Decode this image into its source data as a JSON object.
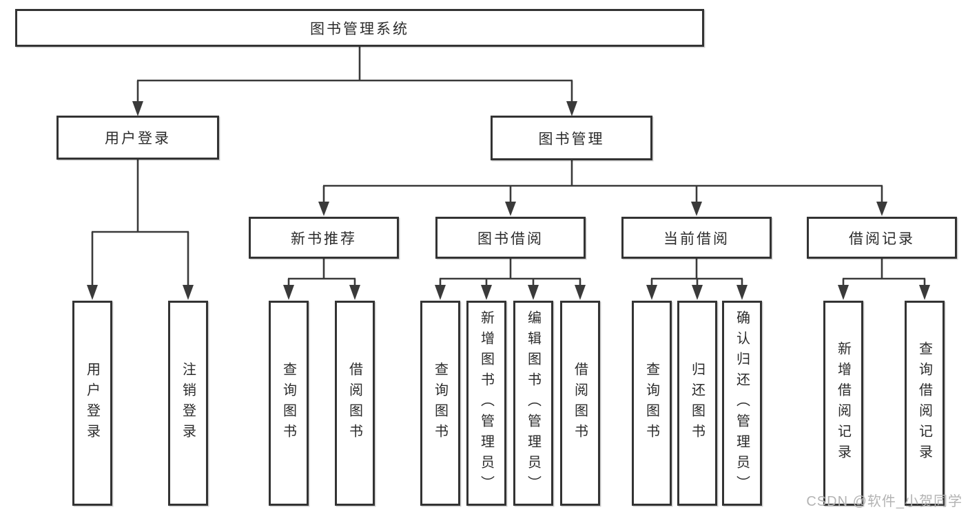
{
  "diagram": {
    "root": {
      "label": "图书管理系统"
    },
    "user_branch": {
      "label": "用户登录",
      "children": {
        "login": {
          "label": "用户登录"
        },
        "logout": {
          "label": "注销登录"
        }
      }
    },
    "mgmt_branch": {
      "label": "图书管理",
      "groups": {
        "new_book": {
          "label": "新书推荐",
          "children": {
            "query": {
              "label": "查询图书"
            },
            "borrow": {
              "label": "借阅图书"
            }
          }
        },
        "borrowing": {
          "label": "图书借阅",
          "children": {
            "query": {
              "label": "查询图书"
            },
            "add": {
              "label": "新增图书（管理员）"
            },
            "edit": {
              "label": "编辑图书（管理员）"
            },
            "borrow": {
              "label": "借阅图书"
            }
          }
        },
        "current": {
          "label": "当前借阅",
          "children": {
            "query": {
              "label": "查询图书"
            },
            "return": {
              "label": "归还图书"
            },
            "confirm": {
              "label": "确认归还（管理员）"
            }
          }
        },
        "records": {
          "label": "借阅记录",
          "children": {
            "add": {
              "label": "新增借阅记录"
            },
            "query": {
              "label": "查询借阅记录"
            }
          }
        }
      }
    },
    "watermark": "CSDN @软件_小贺同学",
    "colors": {
      "line": "#3a3a3a",
      "box_border": "#333333",
      "box_fill": "#ffffff",
      "text": "#2b2b2b",
      "watermark": "#b3b3b3"
    }
  }
}
